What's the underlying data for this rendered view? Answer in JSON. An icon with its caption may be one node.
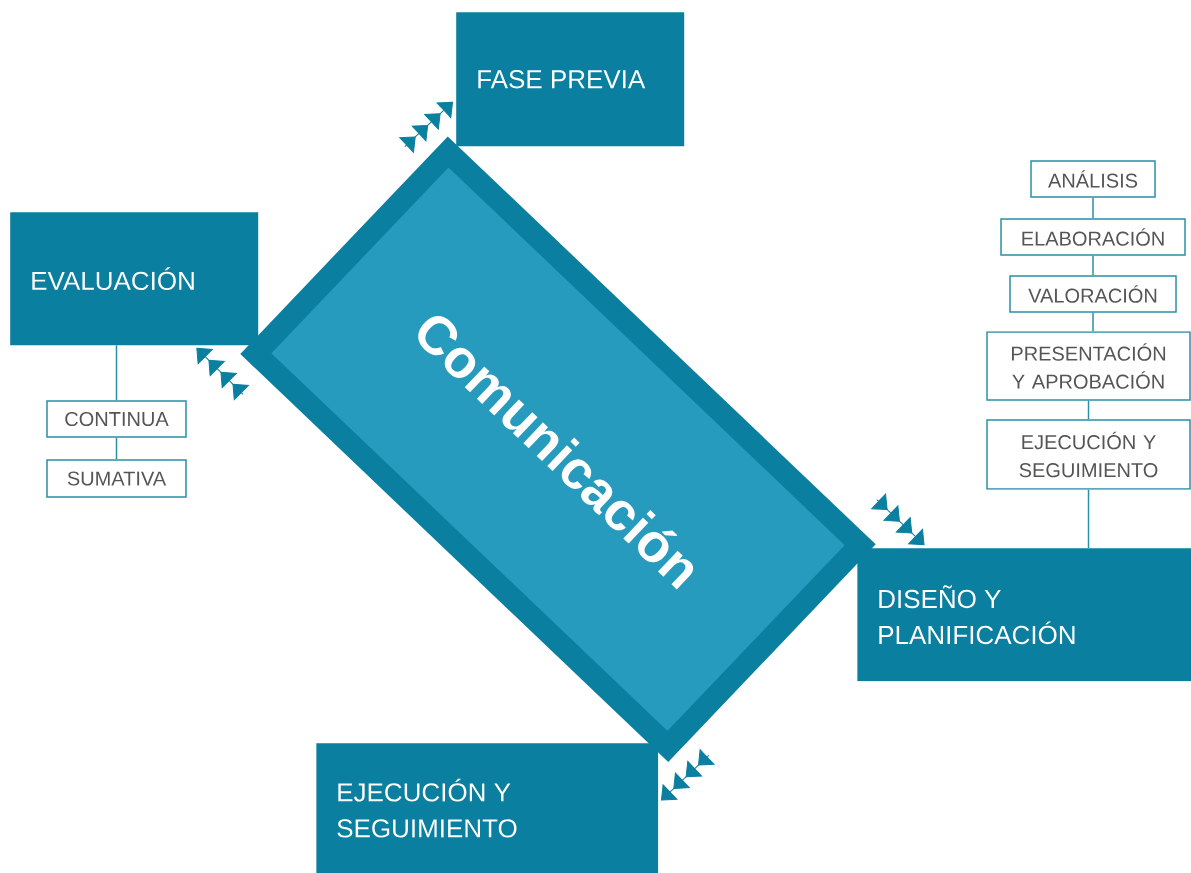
{
  "diagram": {
    "nodes": [
      {
        "text": [
          "FASE PREVIA"
        ]
      },
      {
        "text": [
          "EVALUACIÓN"
        ]
      },
      {
        "text": [
          "Comunicación"
        ]
      },
      {
        "text": [
          "DISEÑO Y PLANIFICACIÓN"
        ]
      },
      {
        "text": [
          "EJECUCIÓN Y SEGUIMIENTO"
        ]
      },
      {
        "text": [
          "ANÁLISIS"
        ]
      },
      {
        "text": [
          "ELABORACIÓN"
        ]
      },
      {
        "text": [
          "VALORACIÓN"
        ]
      },
      {
        "text": [
          "PRESENTACIÓN Y APROBACIÓN"
        ]
      },
      {
        "text": [
          "EJECUCIÓN Y SEGUIMIENTO"
        ]
      },
      {
        "text": [
          "CONTINUA"
        ]
      },
      {
        "text": [
          "SUMATIVA"
        ]
      }
    ],
    "edges": [
      {
        "from": null,
        "to": 0,
        "arrow": "to",
        "color": "#0a7f9f"
      },
      {
        "from": null,
        "to": 3,
        "arrow": "to",
        "color": "#0a7f9f"
      },
      {
        "from": null,
        "to": 4,
        "arrow": "to",
        "color": "#0a7f9f"
      },
      {
        "from": null,
        "to": 1,
        "arrow": "to",
        "color": "#0a7f9f"
      },
      {
        "from": 3,
        "to": 9,
        "arrow": "none"
      },
      {
        "from": 9,
        "to": 8,
        "arrow": "none"
      },
      {
        "from": 8,
        "to": 7,
        "arrow": "none"
      },
      {
        "from": 7,
        "to": 6,
        "arrow": "none"
      },
      {
        "from": 6,
        "to": 5,
        "arrow": "none"
      },
      {
        "from": 1,
        "to": 10,
        "arrow": "none"
      },
      {
        "from": 10,
        "to": 11,
        "arrow": "none"
      }
    ]
  }
}
